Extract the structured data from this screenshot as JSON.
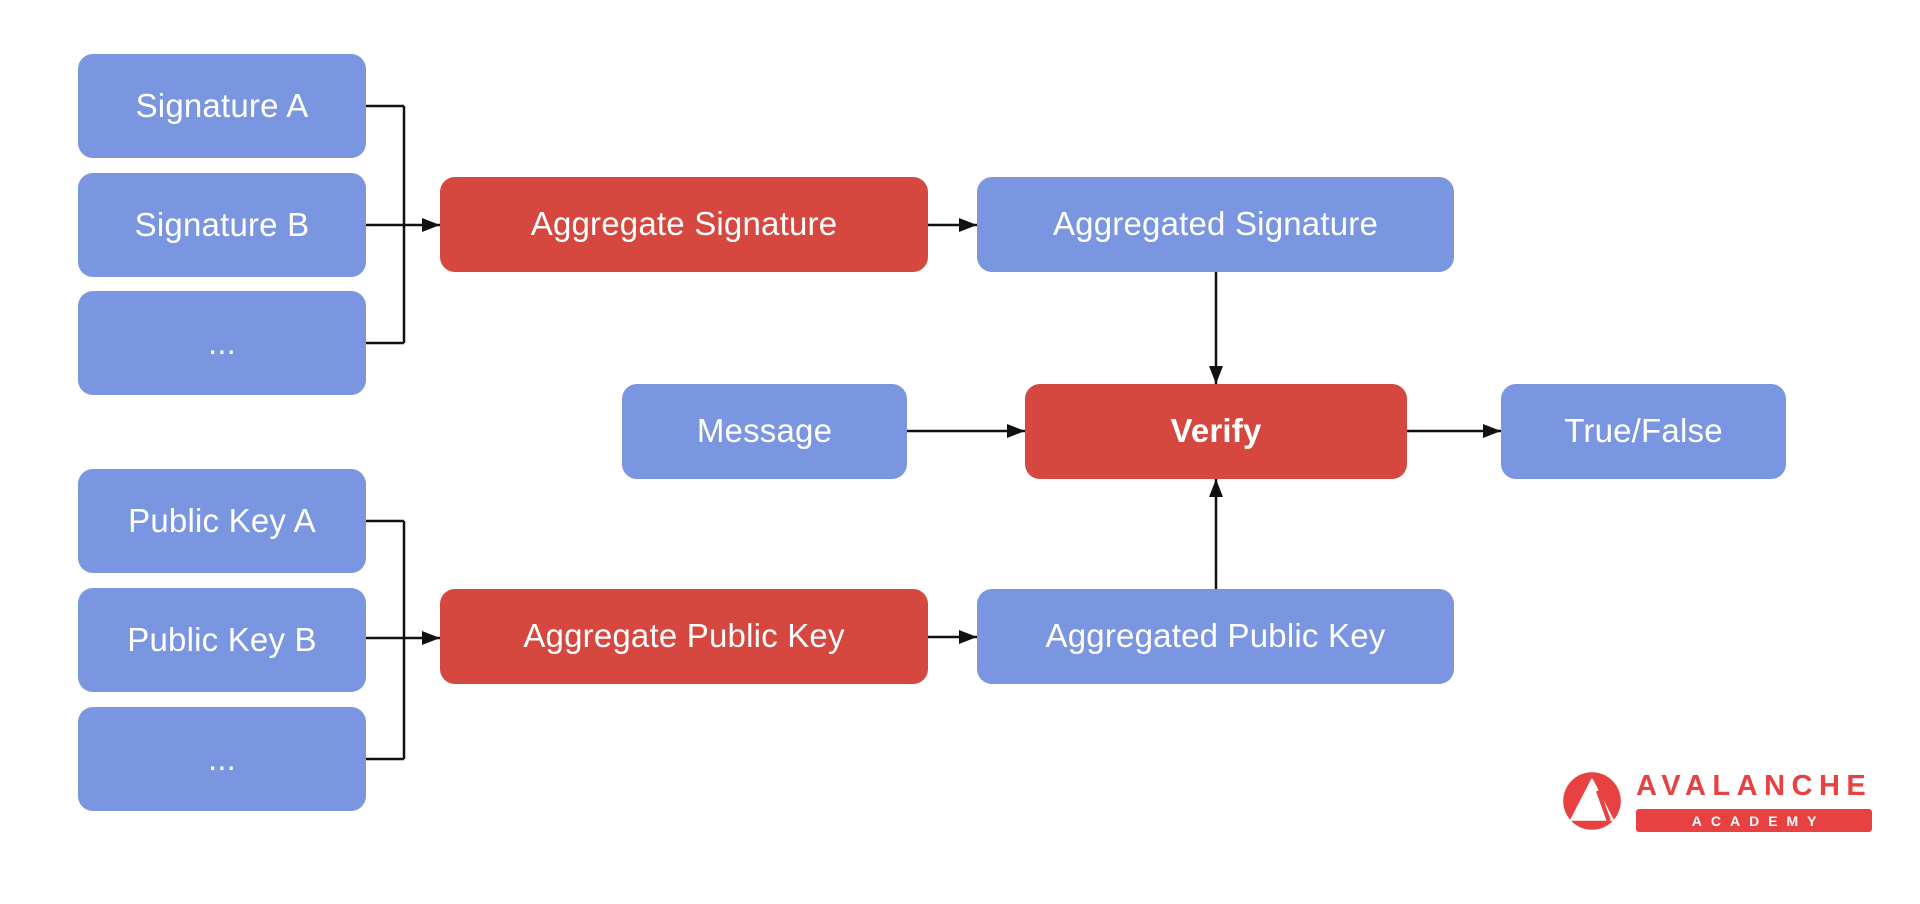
{
  "diagram": {
    "nodes": {
      "signature_a": {
        "label": "Signature A",
        "type": "input"
      },
      "signature_b": {
        "label": "Signature B",
        "type": "input"
      },
      "signature_more": {
        "label": "...",
        "type": "input"
      },
      "aggregate_signature": {
        "label": "Aggregate Signature",
        "type": "operation"
      },
      "aggregated_signature": {
        "label": "Aggregated Signature",
        "type": "input"
      },
      "message": {
        "label": "Message",
        "type": "input"
      },
      "verify": {
        "label": "Verify",
        "type": "operation"
      },
      "true_false": {
        "label": "True/False",
        "type": "input"
      },
      "public_key_a": {
        "label": "Public Key A",
        "type": "input"
      },
      "public_key_b": {
        "label": "Public Key B",
        "type": "input"
      },
      "public_key_more": {
        "label": "...",
        "type": "input"
      },
      "aggregate_public_key": {
        "label": "Aggregate Public Key",
        "type": "operation"
      },
      "aggregated_public_key": {
        "label": "Aggregated Public Key",
        "type": "input"
      }
    },
    "edges": [
      {
        "from": "signature_a",
        "to": "aggregate_signature"
      },
      {
        "from": "signature_b",
        "to": "aggregate_signature"
      },
      {
        "from": "signature_more",
        "to": "aggregate_signature"
      },
      {
        "from": "aggregate_signature",
        "to": "aggregated_signature"
      },
      {
        "from": "aggregated_signature",
        "to": "verify"
      },
      {
        "from": "message",
        "to": "verify"
      },
      {
        "from": "verify",
        "to": "true_false"
      },
      {
        "from": "public_key_a",
        "to": "aggregate_public_key"
      },
      {
        "from": "public_key_b",
        "to": "aggregate_public_key"
      },
      {
        "from": "public_key_more",
        "to": "aggregate_public_key"
      },
      {
        "from": "aggregate_public_key",
        "to": "aggregated_public_key"
      },
      {
        "from": "aggregated_public_key",
        "to": "verify"
      }
    ],
    "colors": {
      "input_node": "#7B96E0",
      "operation_node": "#D5473F",
      "connector": "#111111",
      "background": "#FFFFFF",
      "brand_red": "#E84142"
    },
    "logo": {
      "brand": "AVALANCHE",
      "badge": "ACADEMY"
    }
  }
}
